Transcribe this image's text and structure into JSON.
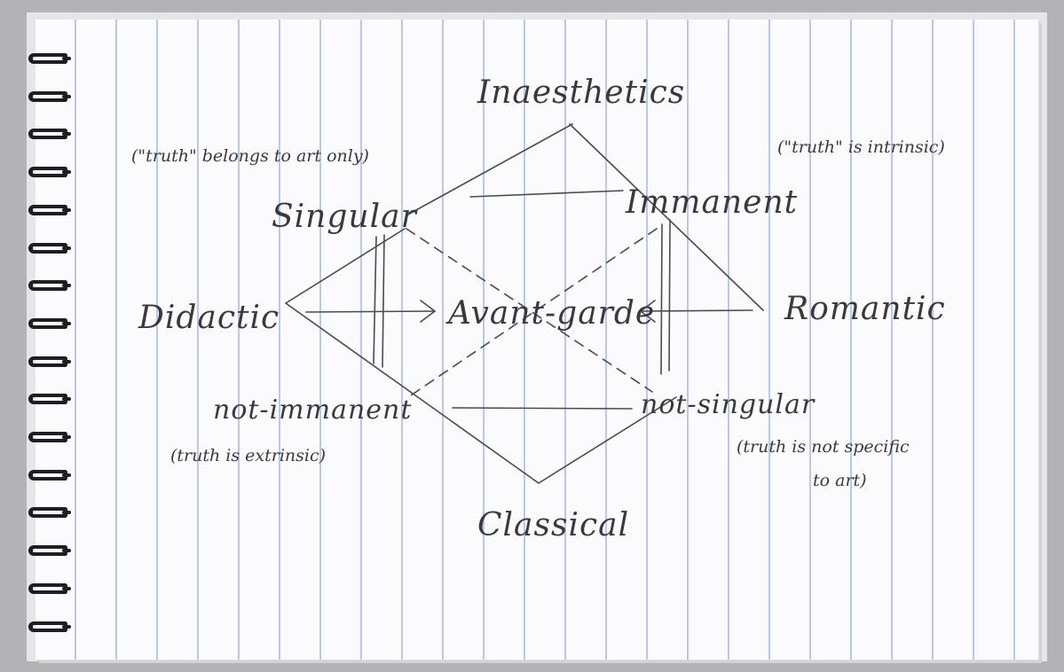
{
  "nodes": {
    "top": "Inaesthetics",
    "top_left": "Singular",
    "top_right": "Immanent",
    "left": "Didactic",
    "center": "Avant-garde",
    "right": "Romantic",
    "bottom_left": "not-immanent",
    "bottom_right": "not-singular",
    "bottom": "Classical"
  },
  "notes": {
    "top_left": "(\"truth\" belongs to art only)",
    "top_right": "(\"truth\" is intrinsic)",
    "bottom_left": "(truth is extrinsic)",
    "bottom_right_line1": "(truth is not specific",
    "bottom_right_line2": "to art)"
  }
}
